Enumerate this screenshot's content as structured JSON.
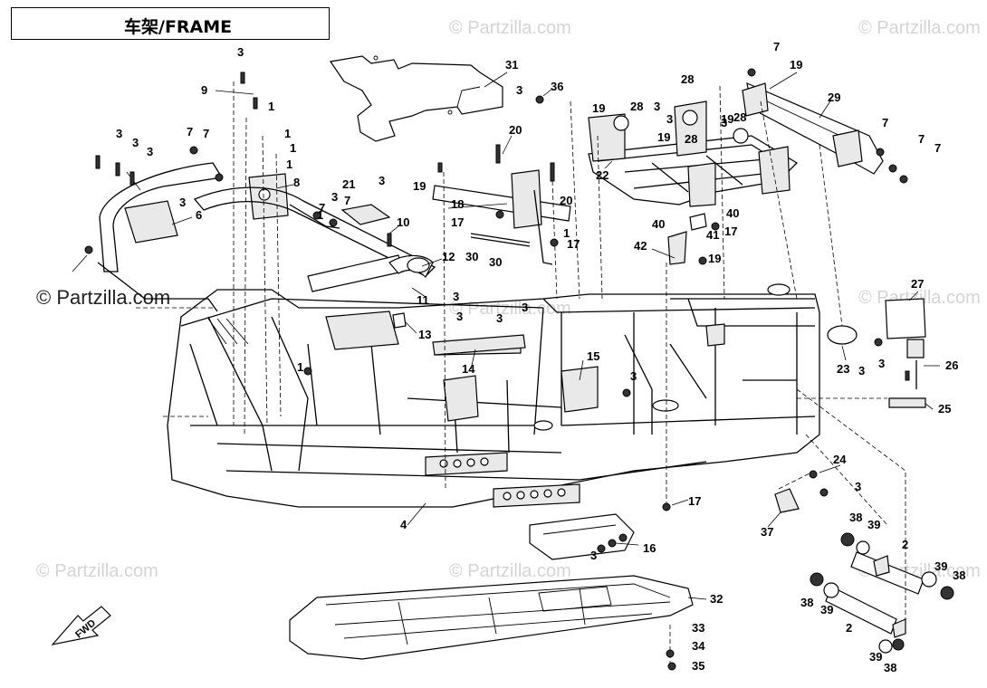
{
  "header": {
    "title": "车架/FRAME"
  },
  "watermark": {
    "text": "© Partzilla.com"
  },
  "fwd_label": "FWD",
  "callouts": [
    {
      "id": "c9a",
      "text": "9"
    },
    {
      "id": "c3a",
      "text": "3"
    },
    {
      "id": "c31",
      "text": "31"
    },
    {
      "id": "c3b",
      "text": "3"
    },
    {
      "id": "c36",
      "text": "36"
    },
    {
      "id": "c7a",
      "text": "7"
    },
    {
      "id": "c19a",
      "text": "19"
    },
    {
      "id": "c29",
      "text": "29"
    },
    {
      "id": "c19b",
      "text": "19"
    },
    {
      "id": "c28a",
      "text": "28"
    },
    {
      "id": "c28b",
      "text": "28"
    },
    {
      "id": "c3c",
      "text": "3"
    },
    {
      "id": "c3d",
      "text": "3"
    },
    {
      "id": "c19c",
      "text": "19"
    },
    {
      "id": "c28c",
      "text": "28"
    },
    {
      "id": "c28d",
      "text": "28"
    },
    {
      "id": "c3e",
      "text": "3"
    },
    {
      "id": "c20a",
      "text": "20"
    },
    {
      "id": "c19d",
      "text": "19"
    },
    {
      "id": "c3f",
      "text": "3"
    },
    {
      "id": "c3g",
      "text": "3"
    },
    {
      "id": "c3h",
      "text": "3"
    },
    {
      "id": "c7b",
      "text": "7"
    },
    {
      "id": "c7c",
      "text": "7"
    },
    {
      "id": "c1a",
      "text": "1"
    },
    {
      "id": "c1b",
      "text": "1"
    },
    {
      "id": "c1c",
      "text": "1"
    },
    {
      "id": "c1d",
      "text": "1"
    },
    {
      "id": "c7d",
      "text": "7"
    },
    {
      "id": "c7e",
      "text": "7"
    },
    {
      "id": "c7f",
      "text": "7"
    },
    {
      "id": "c3i",
      "text": "3"
    },
    {
      "id": "c3j",
      "text": "3"
    },
    {
      "id": "c21",
      "text": "21"
    },
    {
      "id": "c3k",
      "text": "3"
    },
    {
      "id": "c19e",
      "text": "19"
    },
    {
      "id": "c18",
      "text": "18"
    },
    {
      "id": "c20b",
      "text": "20"
    },
    {
      "id": "c22",
      "text": "22"
    },
    {
      "id": "c6",
      "text": "6"
    },
    {
      "id": "c8",
      "text": "8"
    },
    {
      "id": "c7g",
      "text": "7"
    },
    {
      "id": "c7h",
      "text": "7"
    },
    {
      "id": "c17a",
      "text": "17"
    },
    {
      "id": "c40a",
      "text": "40"
    },
    {
      "id": "c40b",
      "text": "40"
    },
    {
      "id": "c41",
      "text": "41"
    },
    {
      "id": "c17b",
      "text": "17"
    },
    {
      "id": "c10",
      "text": "10"
    },
    {
      "id": "c1e",
      "text": "1"
    },
    {
      "id": "c17c",
      "text": "17"
    },
    {
      "id": "c42",
      "text": "42"
    },
    {
      "id": "c1f",
      "text": "1"
    },
    {
      "id": "c12",
      "text": "12"
    },
    {
      "id": "c30a",
      "text": "30"
    },
    {
      "id": "c30b",
      "text": "30"
    },
    {
      "id": "c19f",
      "text": "19"
    },
    {
      "id": "c11",
      "text": "11"
    },
    {
      "id": "c27",
      "text": "27"
    },
    {
      "id": "c3l",
      "text": "3"
    },
    {
      "id": "c3m",
      "text": "3"
    },
    {
      "id": "c3n",
      "text": "3"
    },
    {
      "id": "c3o",
      "text": "3"
    },
    {
      "id": "c13",
      "text": "13"
    },
    {
      "id": "c15",
      "text": "15"
    },
    {
      "id": "c23",
      "text": "23"
    },
    {
      "id": "c3p",
      "text": "3"
    },
    {
      "id": "c3q",
      "text": "3"
    },
    {
      "id": "c26",
      "text": "26"
    },
    {
      "id": "c14",
      "text": "14"
    },
    {
      "id": "c1g",
      "text": "1"
    },
    {
      "id": "c3r",
      "text": "3"
    },
    {
      "id": "c25",
      "text": "25"
    },
    {
      "id": "c24",
      "text": "24"
    },
    {
      "id": "c3s",
      "text": "3"
    },
    {
      "id": "c4",
      "text": "4"
    },
    {
      "id": "c17d",
      "text": "17"
    },
    {
      "id": "c37",
      "text": "37"
    },
    {
      "id": "c38a",
      "text": "38"
    },
    {
      "id": "c39a",
      "text": "39"
    },
    {
      "id": "c2a",
      "text": "2"
    },
    {
      "id": "c16",
      "text": "16"
    },
    {
      "id": "c3t",
      "text": "3"
    },
    {
      "id": "c39b",
      "text": "39"
    },
    {
      "id": "c38b",
      "text": "38"
    },
    {
      "id": "c32",
      "text": "32"
    },
    {
      "id": "c38c",
      "text": "38"
    },
    {
      "id": "c39c",
      "text": "39"
    },
    {
      "id": "c2b",
      "text": "2"
    },
    {
      "id": "c33",
      "text": "33"
    },
    {
      "id": "c34",
      "text": "34"
    },
    {
      "id": "c35",
      "text": "35"
    },
    {
      "id": "c39d",
      "text": "39"
    },
    {
      "id": "c38d",
      "text": "38"
    }
  ]
}
